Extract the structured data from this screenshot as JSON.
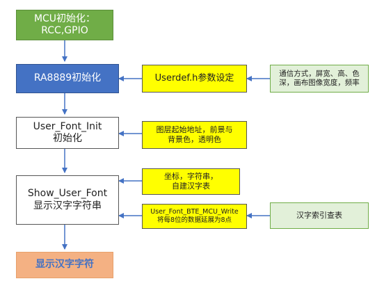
{
  "colors": {
    "green": "#70ad47",
    "blue": "#4472c4",
    "yellow": "#ffff00",
    "light_green": "#e2f0d9",
    "orange": "#f4b183",
    "arrow": "#4472c4"
  },
  "nodes": {
    "mcu_init": {
      "line1": "MCU初始化：",
      "line2": "RCC,GPIO"
    },
    "ra8889_init": {
      "text": "RA8889初始化"
    },
    "user_font_init": {
      "line1": "User_Font_Init",
      "line2": "初始化"
    },
    "show_user_font": {
      "line1": "Show_User_Font",
      "line2": "显示汉字字符串"
    },
    "display_result": {
      "text": "显示汉字字符"
    },
    "userdef_params": {
      "text": "Userdef.h参数设定"
    },
    "comm_settings": {
      "line1": "通信方式，屏宽、高、色",
      "line2": "深，画布图像宽度，频率"
    },
    "layer_settings": {
      "line1": "图层起始地址，前景与",
      "line2": "背景色，透明色"
    },
    "coord_settings": {
      "line1": "坐标，字符串，",
      "line2": "自建汉字表"
    },
    "bte_write": {
      "line1": "User_Font_BTE_MCU_Write",
      "line2": "将每8位的数据延展为8点"
    },
    "char_index_table": {
      "text": "汉字索引查表"
    }
  }
}
